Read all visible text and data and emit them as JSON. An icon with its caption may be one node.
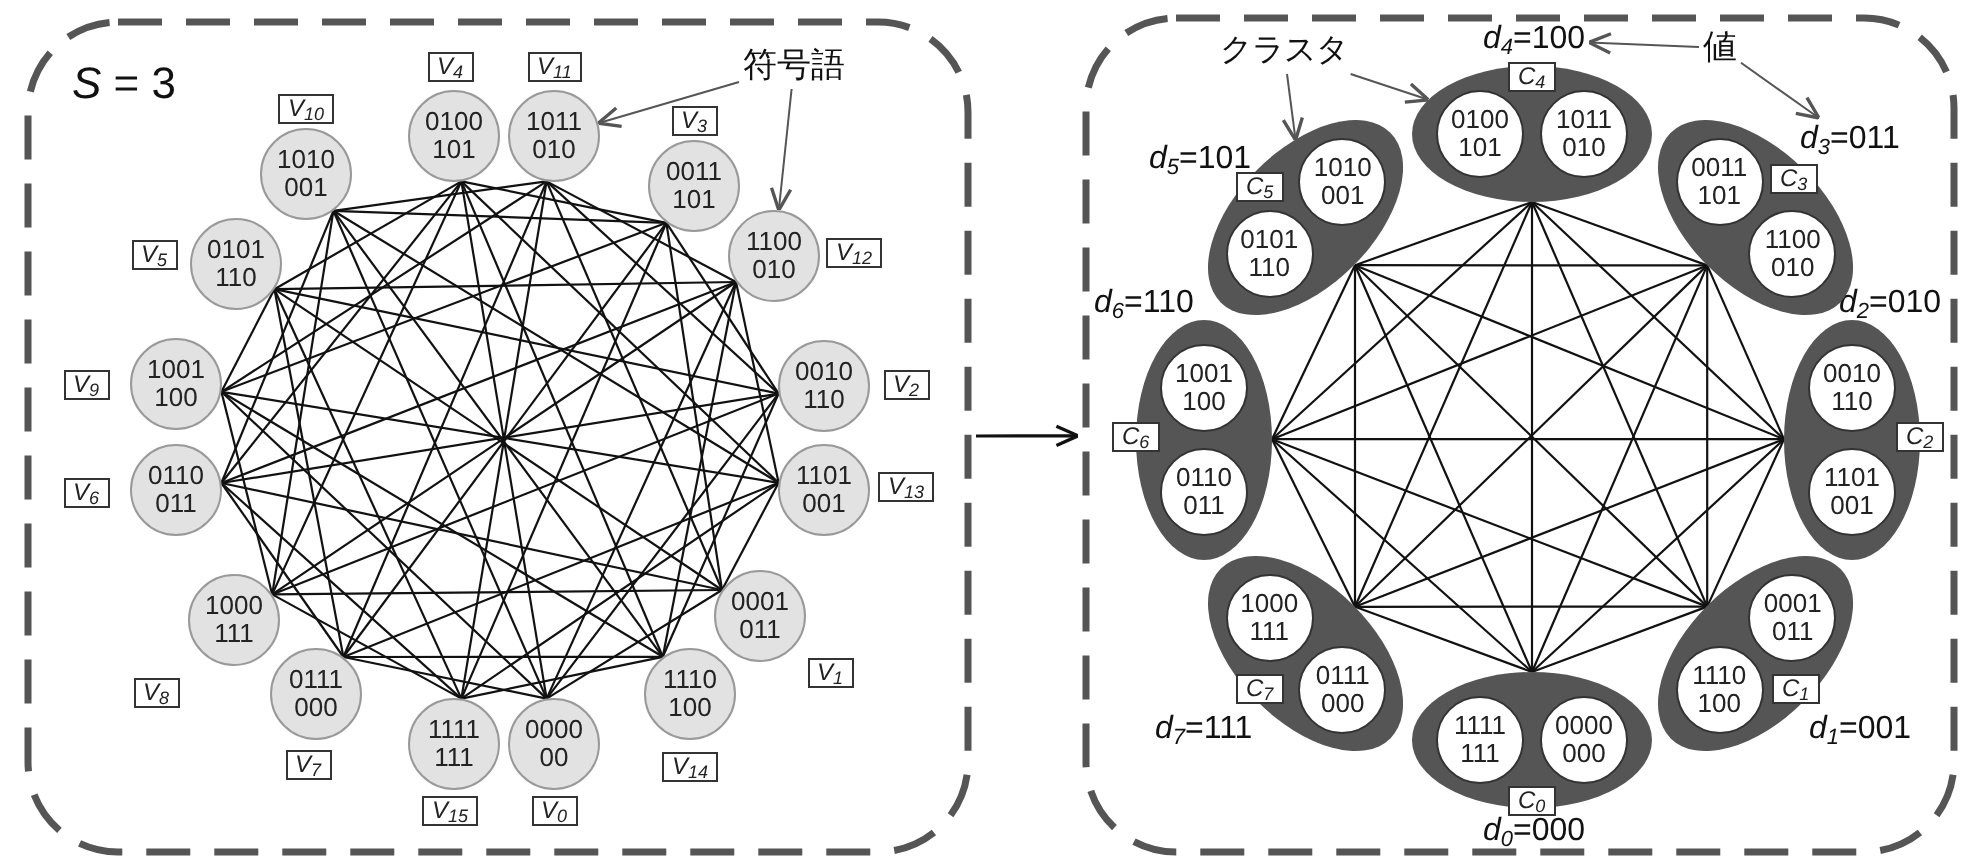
{
  "diagram": {
    "nodes": [
      {
        "text": [
          "*S* = 3"
        ]
      },
      {
        "text": [
          "0000 00"
        ],
        "beside": [
          "V$_{0}$"
        ],
        "in": 0
      },
      {
        "text": [
          "0001 011"
        ],
        "beside": [
          "V$_{1}$"
        ],
        "in": 0
      },
      {
        "text": [
          "0010 110"
        ],
        "beside": [
          "V$_{2}$"
        ],
        "in": 0
      },
      {
        "text": [
          "0011 101"
        ],
        "beside": [
          "V$_{3}$"
        ],
        "in": 0
      },
      {
        "text": [
          "0100 101"
        ],
        "beside": [
          "V$_{4}$"
        ],
        "in": 0
      },
      {
        "text": [
          "0101 110"
        ],
        "beside": [
          "V$_{5}$"
        ],
        "in": 0
      },
      {
        "text": [
          "0110 011"
        ],
        "beside": [
          "V$_{6}$"
        ],
        "in": 0
      },
      {
        "text": [
          "0111 000"
        ],
        "beside": [
          "V$_{7}$"
        ],
        "in": 0
      },
      {
        "text": [
          "1000 111"
        ],
        "beside": [
          "V$_{8}$"
        ],
        "in": 0
      },
      {
        "text": [
          "1001 100"
        ],
        "beside": [
          "V$_{9}$"
        ],
        "in": 0
      },
      {
        "text": [
          "1010 001"
        ],
        "beside": [
          "V$_{10}$"
        ],
        "in": 0
      },
      {
        "text": [
          "1011 010"
        ],
        "beside": [
          "V$_{11}$"
        ],
        "in": 0
      },
      {
        "text": [
          "1100 010"
        ],
        "beside": [
          "V$_{12}$"
        ],
        "in": 0
      },
      {
        "text": [
          "1101 001"
        ],
        "beside": [
          "V$_{13}$"
        ],
        "in": 0
      },
      {
        "text": [
          "1110 100"
        ],
        "beside": [
          "V$_{14}$"
        ],
        "in": 0
      },
      {
        "text": [
          "1111 111"
        ],
        "beside": [
          "V$_{15}$"
        ],
        "in": 0
      },
      {
        "text": [
          "符号語"
        ],
        "in": 0
      },
      {
        "text": [],
        "shape": "box"
      },
      {
        "text": [
          "クラスタ"
        ],
        "in": 18
      },
      {
        "text": [
          "値"
        ],
        "in": 18
      },
      {
        "text": [
          "*d*$_{0}$=000"
        ],
        "in": 18
      },
      {
        "text": [
          "*d*$_{1}$=001"
        ],
        "in": 18
      },
      {
        "text": [
          "*d*$_{2}$=010"
        ],
        "in": 18
      },
      {
        "text": [
          "*d*$_{3}$=011"
        ],
        "in": 18
      },
      {
        "text": [
          "*d*$_{4}$=100"
        ],
        "in": 18
      },
      {
        "text": [
          "*d*$_{5}$=101"
        ],
        "in": 18
      },
      {
        "text": [
          "*d*$_{6}$=110"
        ],
        "in": 18
      },
      {
        "text": [
          "*d*$_{7}$=111"
        ],
        "in": 18
      },
      {
        "text": [
          "C$_{0}$"
        ],
        "in": 18
      },
      {
        "text": [
          "C$_{1}$"
        ],
        "in": 18
      },
      {
        "text": [
          "C$_{2}$"
        ],
        "in": 18
      },
      {
        "text": [
          "C$_{3}$"
        ],
        "in": 18
      },
      {
        "text": [
          "C$_{4}$"
        ],
        "in": 18
      },
      {
        "text": [
          "C$_{5}$"
        ],
        "in": 18
      },
      {
        "text": [
          "C$_{6}$"
        ],
        "in": 18
      },
      {
        "text": [
          "C$_{7}$"
        ],
        "in": 18
      },
      {
        "text": [
          "1111 111"
        ],
        "in": 29
      },
      {
        "text": [
          "0000 000"
        ],
        "in": 29
      },
      {
        "text": [
          "0001 011"
        ],
        "in": 30
      },
      {
        "text": [
          "1110 100"
        ],
        "in": 30
      },
      {
        "text": [
          "0010 110"
        ],
        "in": 31
      },
      {
        "text": [
          "1101 001"
        ],
        "in": 31
      },
      {
        "text": [
          "0011 101"
        ],
        "in": 32
      },
      {
        "text": [
          "1100 010"
        ],
        "in": 32
      },
      {
        "text": [
          "0100 101"
        ],
        "in": 33
      },
      {
        "text": [
          "1011 010"
        ],
        "in": 33
      },
      {
        "text": [
          "1010 001"
        ],
        "in": 34
      },
      {
        "text": [
          "0101 110"
        ],
        "in": 34
      },
      {
        "text": [
          "1001 100"
        ],
        "in": 35
      },
      {
        "text": [
          "0110 011"
        ],
        "in": 35
      },
      {
        "text": [
          "1000 111"
        ],
        "in": 36
      },
      {
        "text": [
          "0111 000"
        ],
        "in": 36
      }
    ],
    "edges": [
      {
        "from": 0,
        "to": 18,
        "arrow": "to"
      },
      {
        "from": 17,
        "to": 12,
        "arrow": "to",
        "color": "#555555"
      },
      {
        "from": 17,
        "to": 13,
        "arrow": "to",
        "color": "#555555"
      },
      {
        "from": 19,
        "to": 34,
        "arrow": "to",
        "color": "#555555"
      },
      {
        "from": 19,
        "to": 33,
        "arrow": "to",
        "color": "#555555"
      },
      {
        "from": 20,
        "to": 25,
        "arrow": "to",
        "color": "#555555"
      },
      {
        "from": 20,
        "to": 24,
        "arrow": "to",
        "color": "#555555"
      },
      {
        "from": 1,
        "to": 2,
        "arrow": "none"
      },
      {
        "from": 1,
        "to": 3,
        "arrow": "none"
      },
      {
        "from": 1,
        "to": 5,
        "arrow": "none"
      },
      {
        "from": 1,
        "to": 8,
        "arrow": "none"
      },
      {
        "from": 1,
        "to": 10,
        "arrow": "none"
      },
      {
        "from": 1,
        "to": 11,
        "arrow": "none"
      },
      {
        "from": 1,
        "to": 13,
        "arrow": "none"
      },
      {
        "from": 2,
        "to": 4,
        "arrow": "none"
      },
      {
        "from": 2,
        "to": 6,
        "arrow": "none"
      },
      {
        "from": 2,
        "to": 7,
        "arrow": "none"
      },
      {
        "from": 2,
        "to": 9,
        "arrow": "none"
      },
      {
        "from": 2,
        "to": 12,
        "arrow": "none"
      },
      {
        "from": 2,
        "to": 14,
        "arrow": "none"
      },
      {
        "from": 3,
        "to": 4,
        "arrow": "none"
      },
      {
        "from": 3,
        "to": 6,
        "arrow": "none"
      },
      {
        "from": 3,
        "to": 7,
        "arrow": "none"
      },
      {
        "from": 3,
        "to": 9,
        "arrow": "none"
      },
      {
        "from": 3,
        "to": 12,
        "arrow": "none"
      },
      {
        "from": 3,
        "to": 15,
        "arrow": "none"
      },
      {
        "from": 4,
        "to": 5,
        "arrow": "none"
      },
      {
        "from": 4,
        "to": 8,
        "arrow": "none"
      },
      {
        "from": 4,
        "to": 10,
        "arrow": "none"
      },
      {
        "from": 4,
        "to": 11,
        "arrow": "none"
      },
      {
        "from": 4,
        "to": 16,
        "arrow": "none"
      },
      {
        "from": 5,
        "to": 6,
        "arrow": "none"
      },
      {
        "from": 5,
        "to": 7,
        "arrow": "none"
      },
      {
        "from": 5,
        "to": 9,
        "arrow": "none"
      },
      {
        "from": 5,
        "to": 14,
        "arrow": "none"
      },
      {
        "from": 5,
        "to": 15,
        "arrow": "none"
      },
      {
        "from": 6,
        "to": 8,
        "arrow": "none"
      },
      {
        "from": 6,
        "to": 10,
        "arrow": "none"
      },
      {
        "from": 6,
        "to": 13,
        "arrow": "none"
      },
      {
        "from": 6,
        "to": 16,
        "arrow": "none"
      },
      {
        "from": 7,
        "to": 8,
        "arrow": "none"
      },
      {
        "from": 7,
        "to": 11,
        "arrow": "none"
      },
      {
        "from": 7,
        "to": 13,
        "arrow": "none"
      },
      {
        "from": 7,
        "to": 16,
        "arrow": "none"
      },
      {
        "from": 8,
        "to": 12,
        "arrow": "none"
      },
      {
        "from": 8,
        "to": 14,
        "arrow": "none"
      },
      {
        "from": 8,
        "to": 15,
        "arrow": "none"
      },
      {
        "from": 9,
        "to": 10,
        "arrow": "none"
      },
      {
        "from": 9,
        "to": 11,
        "arrow": "none"
      },
      {
        "from": 9,
        "to": 13,
        "arrow": "none"
      },
      {
        "from": 9,
        "to": 16,
        "arrow": "none"
      },
      {
        "from": 10,
        "to": 12,
        "arrow": "none"
      },
      {
        "from": 10,
        "to": 14,
        "arrow": "none"
      },
      {
        "from": 10,
        "to": 15,
        "arrow": "none"
      },
      {
        "from": 11,
        "to": 12,
        "arrow": "none"
      },
      {
        "from": 11,
        "to": 14,
        "arrow": "none"
      },
      {
        "from": 11,
        "to": 15,
        "arrow": "none"
      },
      {
        "from": 12,
        "to": 13,
        "arrow": "none"
      },
      {
        "from": 12,
        "to": 16,
        "arrow": "none"
      },
      {
        "from": 13,
        "to": 14,
        "arrow": "none"
      },
      {
        "from": 13,
        "to": 15,
        "arrow": "none"
      },
      {
        "from": 14,
        "to": 16,
        "arrow": "none"
      },
      {
        "from": 15,
        "to": 16,
        "arrow": "none"
      },
      {
        "from": 29,
        "to": 30,
        "arrow": "none"
      },
      {
        "from": 29,
        "to": 31,
        "arrow": "none"
      },
      {
        "from": 29,
        "to": 32,
        "arrow": "none"
      },
      {
        "from": 29,
        "to": 33,
        "arrow": "none"
      },
      {
        "from": 29,
        "to": 34,
        "arrow": "none"
      },
      {
        "from": 29,
        "to": 35,
        "arrow": "none"
      },
      {
        "from": 29,
        "to": 36,
        "arrow": "none"
      },
      {
        "from": 30,
        "to": 31,
        "arrow": "none"
      },
      {
        "from": 30,
        "to": 32,
        "arrow": "none"
      },
      {
        "from": 30,
        "to": 33,
        "arrow": "none"
      },
      {
        "from": 30,
        "to": 34,
        "arrow": "none"
      },
      {
        "from": 30,
        "to": 35,
        "arrow": "none"
      },
      {
        "from": 30,
        "to": 36,
        "arrow": "none"
      },
      {
        "from": 31,
        "to": 32,
        "arrow": "none"
      },
      {
        "from": 31,
        "to": 33,
        "arrow": "none"
      },
      {
        "from": 31,
        "to": 34,
        "arrow": "none"
      },
      {
        "from": 31,
        "to": 35,
        "arrow": "none"
      },
      {
        "from": 31,
        "to": 36,
        "arrow": "none"
      },
      {
        "from": 32,
        "to": 33,
        "arrow": "none"
      },
      {
        "from": 32,
        "to": 34,
        "arrow": "none"
      },
      {
        "from": 32,
        "to": 35,
        "arrow": "none"
      },
      {
        "from": 32,
        "to": 36,
        "arrow": "none"
      },
      {
        "from": 33,
        "to": 34,
        "arrow": "none"
      },
      {
        "from": 33,
        "to": 35,
        "arrow": "none"
      },
      {
        "from": 33,
        "to": 36,
        "arrow": "none"
      },
      {
        "from": 34,
        "to": 35,
        "arrow": "none"
      },
      {
        "from": 34,
        "to": 36,
        "arrow": "none"
      },
      {
        "from": 35,
        "to": 36,
        "arrow": "none"
      }
    ]
  }
}
